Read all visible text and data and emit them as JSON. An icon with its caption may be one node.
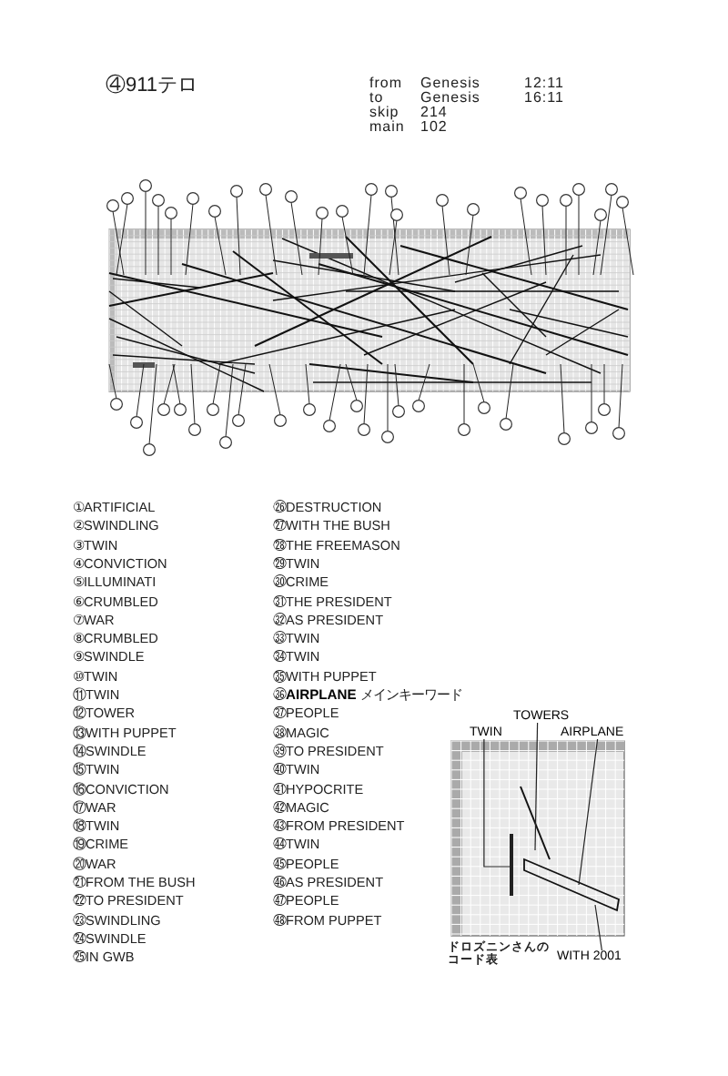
{
  "diagram": {
    "title": "④911テロ",
    "nodes": [
      {
        "text": [
          "TWIN"
        ]
      },
      {
        "text": [
          "TOWERS"
        ]
      },
      {
        "text": [
          "AIRPLANE"
        ]
      },
      {
        "text": [
          "WITH 2001"
        ]
      }
    ],
    "edges": [
      {
        "from": 0,
        "to": null,
        "arrow": "none"
      },
      {
        "from": 1,
        "to": null,
        "arrow": "none"
      },
      {
        "from": 2,
        "to": null,
        "arrow": "none"
      },
      {
        "from": 3,
        "to": null,
        "arrow": "none"
      }
    ],
    "labels": [
      "from",
      "Genesis",
      "12:11",
      "to",
      "Genesis",
      "16:11",
      "skip",
      "214",
      "main",
      "102",
      "①ARTIFICIAL",
      "②SWINDLING",
      "③TWIN",
      "④CONVICTION",
      "⑤ILLUMINATI",
      "⑥CRUMBLED",
      "⑦WAR",
      "⑧CRUMBLED",
      "⑨SWINDLE",
      "⑩TWIN",
      "⑪TWIN",
      "⑫TOWER",
      "⑬WITH PUPPET",
      "⑭SWINDLE",
      "⑮TWIN",
      "⑯CONVICTION",
      "⑰WAR",
      "⑱TWIN",
      "⑲CRIME",
      "⑳WAR",
      "㉑FROM THE BUSH",
      "㉒TO PRESIDENT",
      "㉓SWINDLING",
      "㉔SWINDLE",
      "㉕IN GWB",
      "㉖DESTRUCTION",
      "㉗WITH THE BUSH",
      "㉘THE FREEMASON",
      "㉙TWIN",
      "㉚CRIME",
      "㉛THE PRESIDENT",
      "㉜AS PRESIDENT",
      "㉝TWIN",
      "㉞TWIN",
      "㉟WITH PUPPET",
      "㊱**AIRPLANE** メインキーワード",
      "㊲PEOPLE",
      "㊳MAGIC",
      "㊴TO PRESIDENT",
      "㊵TWIN",
      "㊶HYPOCRITE",
      "㊷MAGIC",
      "㊸FROM PRESIDENT",
      "㊹TWIN",
      "㊺PEOPLE",
      "㊻AS PRESIDENT",
      "㊼PEOPLE",
      "㊽FROM PUPPET",
      "ドロズニンさんのコード表"
    ]
  }
}
